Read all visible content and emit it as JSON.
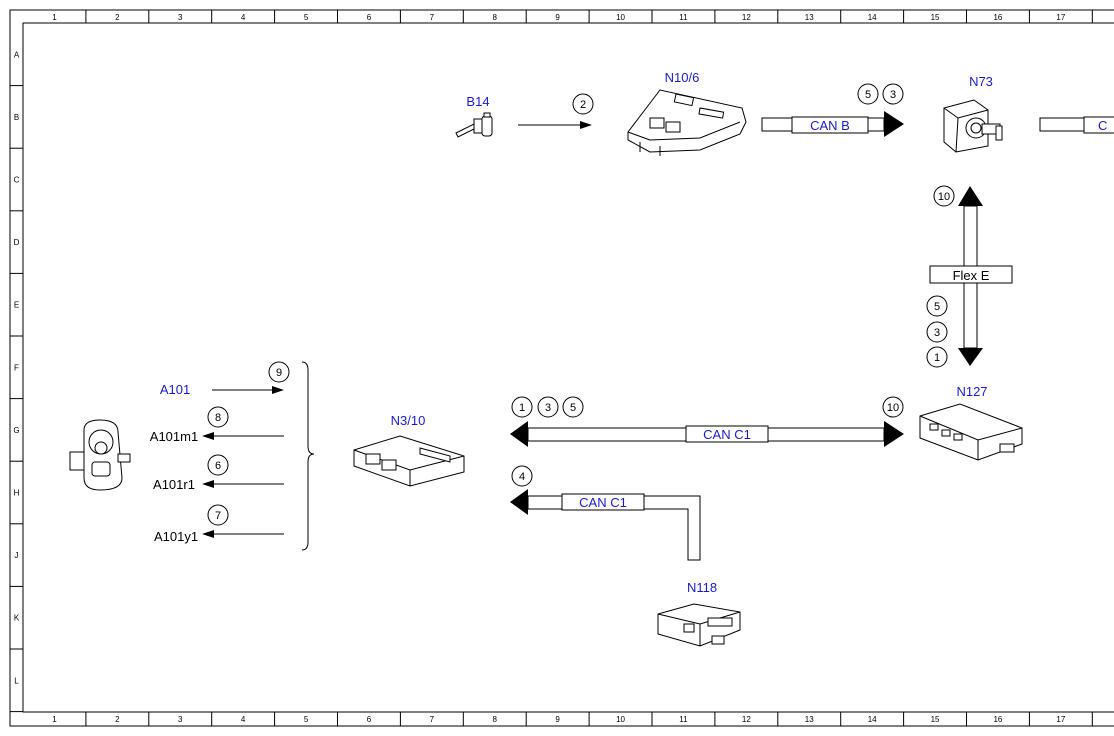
{
  "grid": {
    "columns": [
      "1",
      "2",
      "3",
      "4",
      "5",
      "6",
      "7",
      "8",
      "9",
      "10",
      "11",
      "12",
      "13",
      "14",
      "15",
      "16",
      "17"
    ],
    "rows": [
      "A",
      "B",
      "C",
      "D",
      "E",
      "F",
      "G",
      "H",
      "J",
      "K",
      "L"
    ]
  },
  "components": {
    "b14": "B14",
    "n10_6": "N10/6",
    "n73": "N73",
    "n127": "N127",
    "n3_10": "N3/10",
    "n118": "N118",
    "a101": "A101",
    "a101m1": "A101m1",
    "a101r1": "A101r1",
    "a101y1": "A101y1"
  },
  "buses": {
    "can_b": "CAN B",
    "flex_e": "Flex E",
    "can_c1_top": "CAN C1",
    "can_c1_bottom": "CAN C1",
    "cut_bus": "C"
  },
  "callouts": {
    "b14_n10": "2",
    "canb_a": "5",
    "canb_b": "3",
    "flex_top": "10",
    "flex_5": "5",
    "flex_3": "3",
    "flex_1": "1",
    "a101": "9",
    "a101m1": "8",
    "a101r1": "6",
    "a101y1": "7",
    "canc1_1": "1",
    "canc1_3": "3",
    "canc1_5": "5",
    "canc1_10": "10",
    "n118": "4"
  },
  "colors": {
    "component_label": "#1a1acc",
    "line": "#000000",
    "bus_label": "#1a1acc"
  }
}
